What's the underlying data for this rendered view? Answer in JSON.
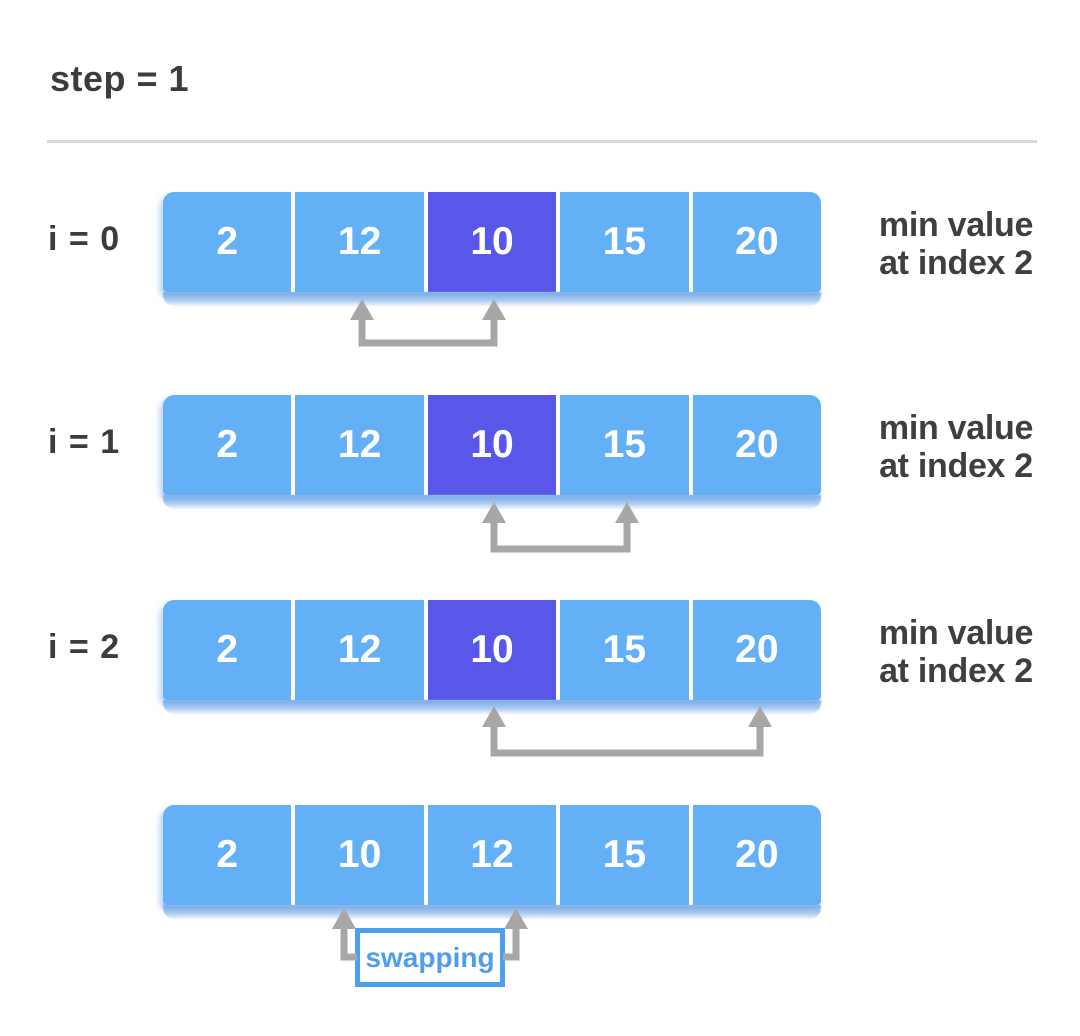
{
  "header": {
    "step_label": "step = 1"
  },
  "rows": [
    {
      "label": "i = 0",
      "values": [
        "2",
        "12",
        "10",
        "15",
        "20"
      ],
      "highlight_index": 2,
      "caption": [
        "min value",
        "at index 2"
      ],
      "compare": {
        "from_index": 1,
        "to_index": 2
      }
    },
    {
      "label": "i = 1",
      "values": [
        "2",
        "12",
        "10",
        "15",
        "20"
      ],
      "highlight_index": 2,
      "caption": [
        "min value",
        "at index 2"
      ],
      "compare": {
        "from_index": 2,
        "to_index": 3
      }
    },
    {
      "label": "i = 2",
      "values": [
        "2",
        "12",
        "10",
        "15",
        "20"
      ],
      "highlight_index": 2,
      "caption": [
        "min value",
        "at index 2"
      ],
      "compare": {
        "from_index": 2,
        "to_index": 4
      }
    },
    {
      "label": "",
      "values": [
        "2",
        "10",
        "12",
        "15",
        "20"
      ],
      "highlight_index": null,
      "swap": {
        "label": "swapping",
        "between_indices": [
          1,
          2
        ]
      }
    }
  ],
  "colors": {
    "cell_blue": "#64b0f6",
    "highlight_purple": "#5857ea",
    "divider_white": "#ffffff",
    "arrow_gray": "#a7a7a7",
    "swap_blue": "#4c9fee",
    "swap_text_blue": "#4f9deb",
    "text_dark": "#3c3c3c",
    "rule_gray": "#d8d8d8"
  }
}
